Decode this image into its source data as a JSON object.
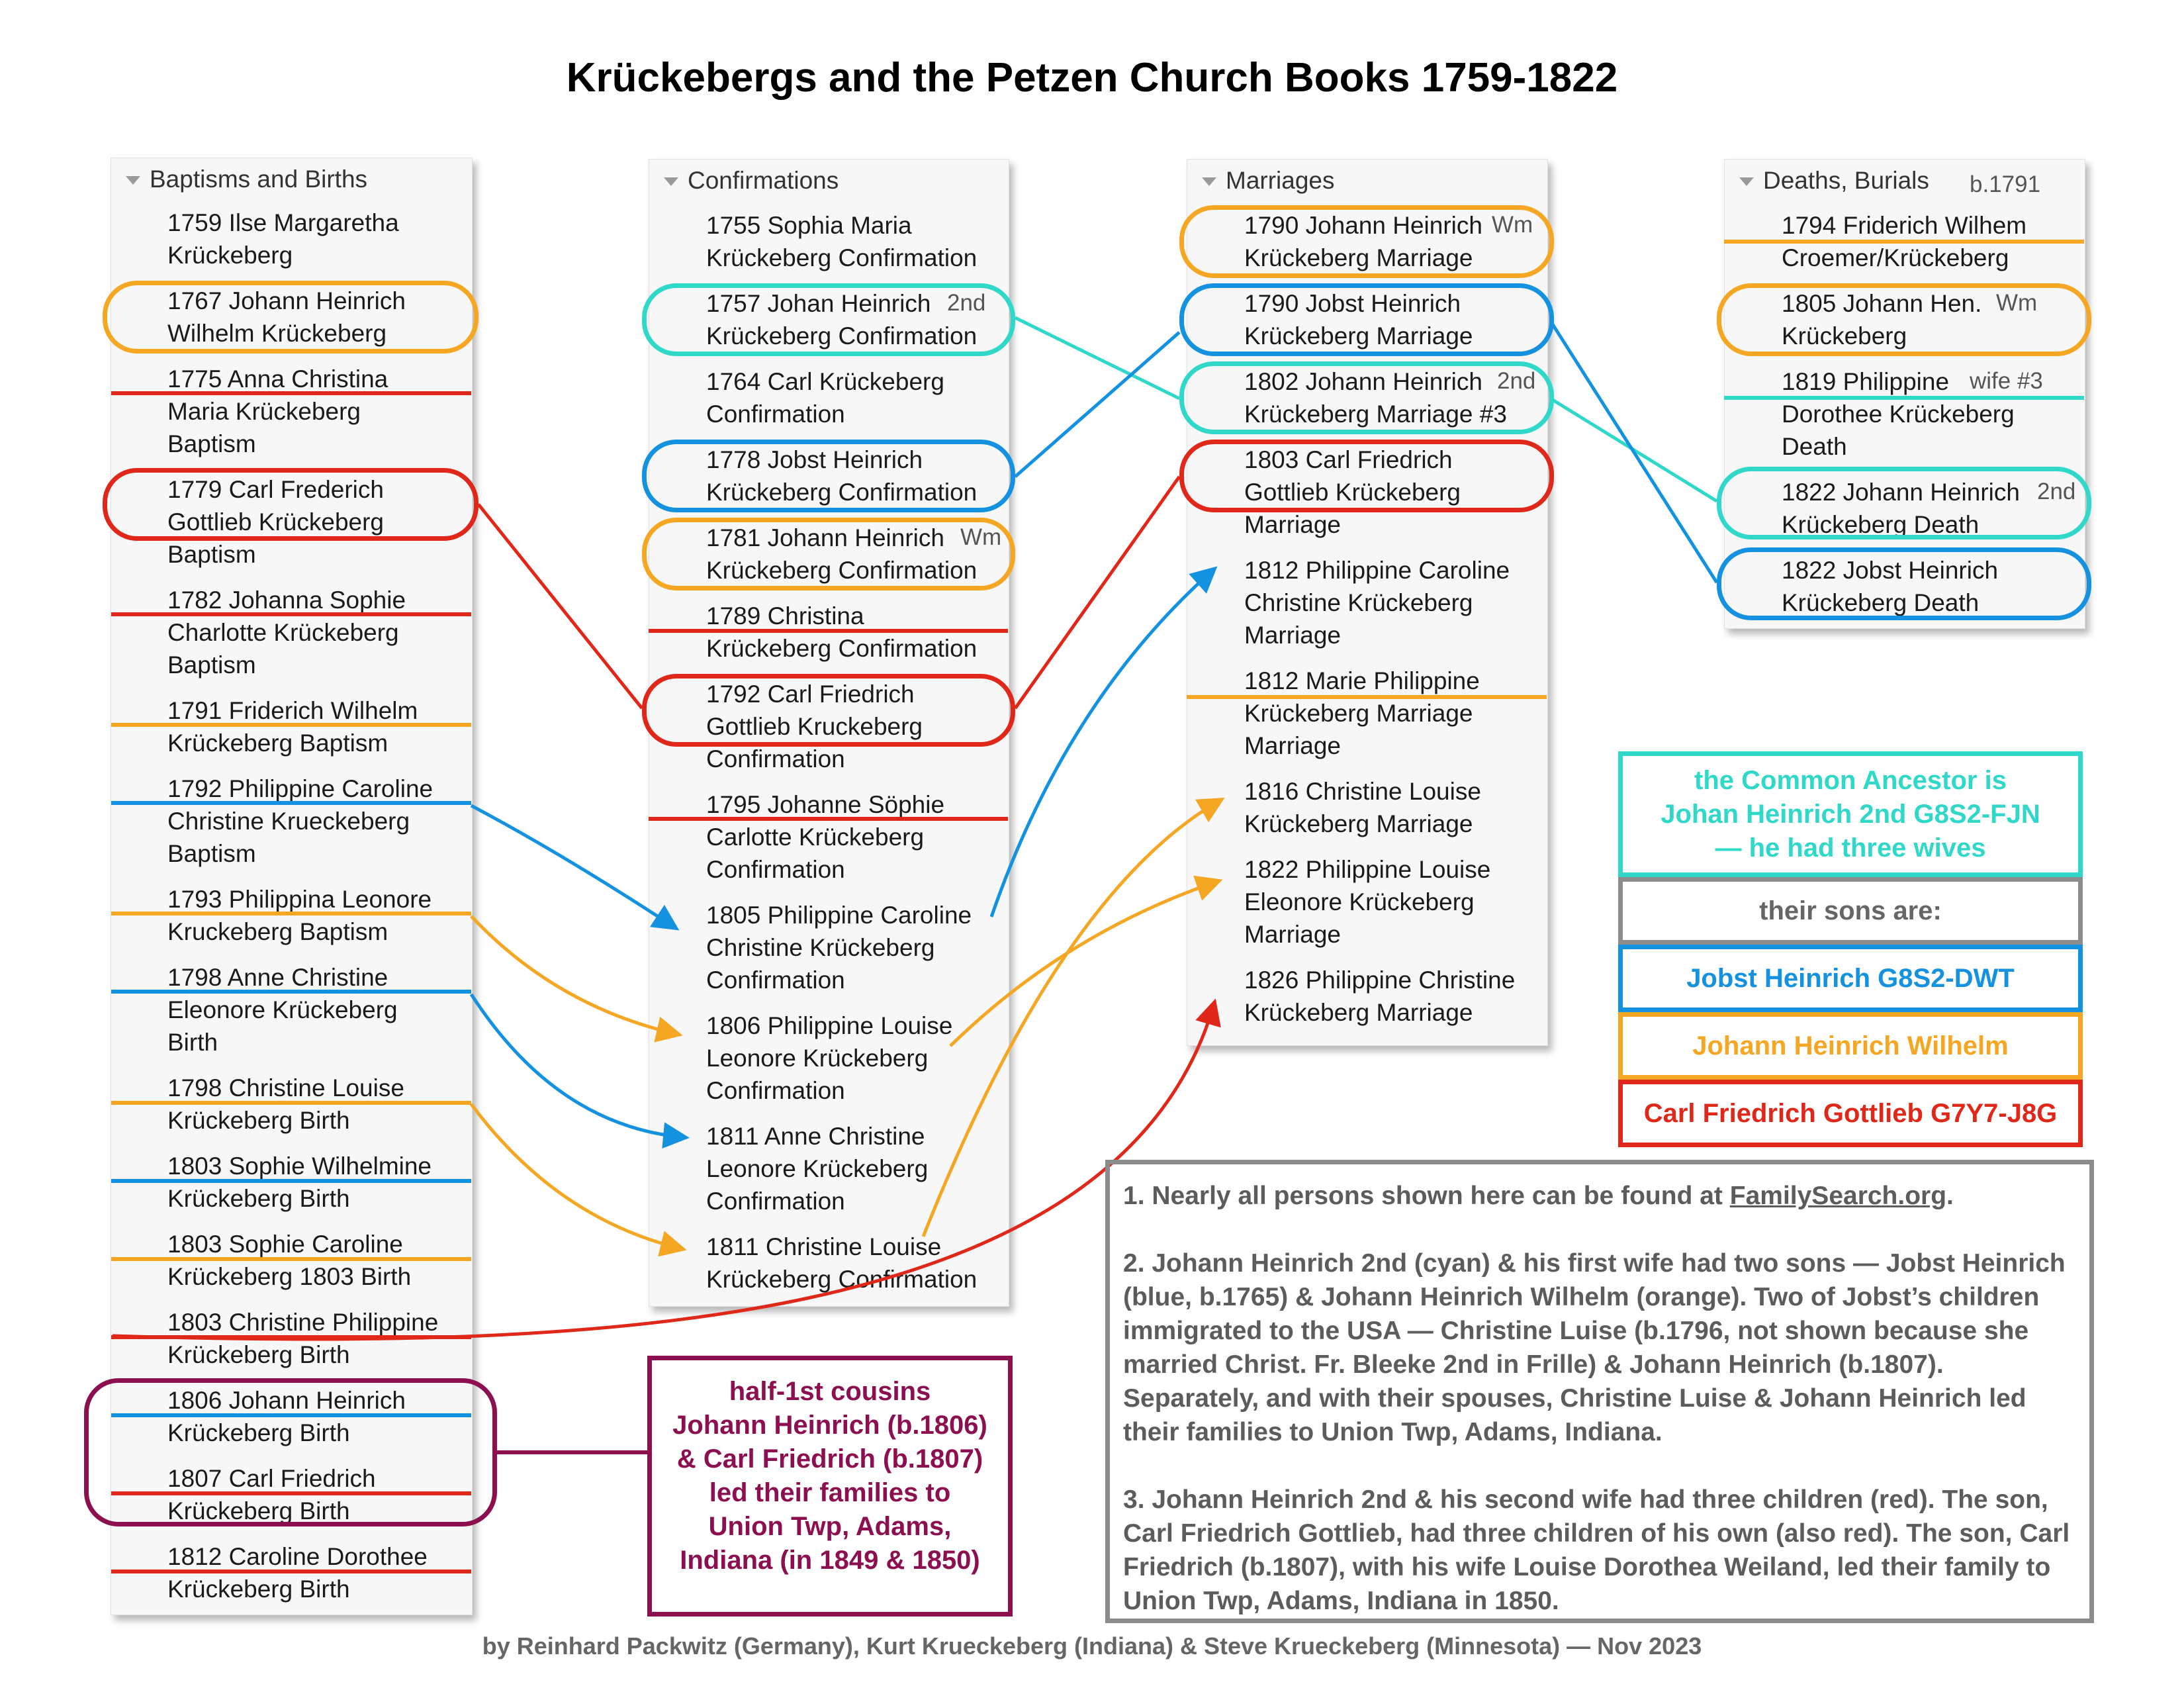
{
  "title": "Krückebergs and the Petzen Church Books 1759-1822",
  "colors": {
    "cyan": "#2fd8c8",
    "blue": "#1492e0",
    "orange": "#f5a623",
    "red": "#e0281a",
    "purple": "#8c1050",
    "gray": "#8c8c8c"
  },
  "columns": {
    "baptisms": {
      "header": "Baptisms and Births",
      "items": [
        {
          "lines": [
            "1759 Ilse Margaretha",
            "Krückeberg"
          ]
        },
        {
          "lines": [
            "1767 Johann Heinrich",
            "Wilhelm Krückeberg"
          ]
        },
        {
          "lines": [
            "1775 Anna Christina",
            "Maria Krückeberg",
            "Baptism"
          ]
        },
        {
          "lines": [
            "1779 Carl Frederich",
            "Gottlieb Krückeberg",
            "Baptism"
          ]
        },
        {
          "lines": [
            "1782 Johanna Sophie",
            "Charlotte Krückeberg",
            "Baptism"
          ]
        },
        {
          "lines": [
            "1791 Friderich Wilhelm",
            "Krückeberg Baptism"
          ]
        },
        {
          "lines": [
            "1792 Philippine Caroline",
            "Christine Krueckeberg",
            "Baptism"
          ]
        },
        {
          "lines": [
            "1793 Philippina Leonore",
            "Kruckeberg Baptism"
          ]
        },
        {
          "lines": [
            "1798 Anne Christine",
            "Eleonore Krückeberg",
            "Birth"
          ]
        },
        {
          "lines": [
            "1798 Christine Louise",
            "Krückeberg Birth"
          ]
        },
        {
          "lines": [
            "1803 Sophie Wilhelmine",
            "Krückeberg Birth"
          ]
        },
        {
          "lines": [
            "1803 Sophie Caroline",
            "Krückeberg 1803 Birth"
          ]
        },
        {
          "lines": [
            "1803 Christine Philippine",
            "Krückeberg Birth"
          ]
        },
        {
          "lines": [
            "1806 Johann Heinrich",
            "Krückeberg Birth"
          ]
        },
        {
          "lines": [
            "1807 Carl Friedrich",
            "Krückeberg Birth"
          ]
        },
        {
          "lines": [
            "1812 Caroline Dorothee",
            "Krückeberg Birth"
          ]
        }
      ]
    },
    "confirmations": {
      "header": "Confirmations",
      "items": [
        {
          "lines": [
            "1755 Sophia Maria",
            "Krückeberg Confirmation"
          ]
        },
        {
          "lines": [
            "1757 Johan Heinrich",
            "Krückeberg Confirmation"
          ],
          "tag": "2nd"
        },
        {
          "lines": [
            "1764 Carl Krückeberg",
            "Confirmation"
          ]
        },
        {
          "lines": [
            "1778 Jobst Heinrich",
            "Krückeberg Confirmation"
          ]
        },
        {
          "lines": [
            "1781 Johann Heinrich",
            "Krückeberg Confirmation"
          ],
          "tag": "Wm"
        },
        {
          "lines": [
            "1789 Christina",
            "Krückeberg Confirmation"
          ]
        },
        {
          "lines": [
            "1792 Carl Friedrich",
            "Gottlieb Kruckeberg",
            "Confirmation"
          ]
        },
        {
          "lines": [
            "1795 Johanne Söphie",
            "Carlotte Krückeberg",
            "Confirmation"
          ]
        },
        {
          "lines": [
            "1805 Philippine Caroline",
            "Christine Krückeberg",
            "Confirmation"
          ]
        },
        {
          "lines": [
            "1806 Philippine Louise",
            "Leonore Krückeberg",
            "Confirmation"
          ]
        },
        {
          "lines": [
            "1811 Anne Christine",
            "Leonore Krückeberg",
            "Confirmation"
          ]
        },
        {
          "lines": [
            "1811 Christine Louise",
            "Krückeberg Confirmation"
          ]
        }
      ]
    },
    "marriages": {
      "header": "Marriages",
      "items": [
        {
          "lines": [
            "1790 Johann Heinrich",
            "Krückeberg Marriage"
          ],
          "tag": "Wm"
        },
        {
          "lines": [
            "1790 Jobst Heinrich",
            "Krückeberg Marriage"
          ]
        },
        {
          "lines": [
            "1802 Johann Heinrich",
            "Krückeberg Marriage #3"
          ],
          "tag": "2nd"
        },
        {
          "lines": [
            "1803 Carl Friedrich",
            "Gottlieb Krückeberg",
            "Marriage"
          ]
        },
        {
          "lines": [
            "1812 Philippine Caroline",
            "Christine Krückeberg",
            "Marriage"
          ]
        },
        {
          "lines": [
            "1812 Marie Philippine",
            "Krückeberg Marriage",
            "Marriage"
          ]
        },
        {
          "lines": [
            "1816 Christine Louise",
            "Krückeberg Marriage"
          ]
        },
        {
          "lines": [
            "1822 Philippine Louise",
            "Eleonore Krückeberg",
            "Marriage"
          ]
        },
        {
          "lines": [
            "1826 Philippine Christine",
            "Krückeberg Marriage"
          ]
        }
      ]
    },
    "deaths": {
      "header": "Deaths, Burials",
      "header_tag": "b.1791",
      "items": [
        {
          "lines": [
            "1794 Friderich Wilhem",
            "Croemer/Krückeberg"
          ]
        },
        {
          "lines": [
            "1805 Johann Hen.",
            "Krückeberg"
          ],
          "tag": "Wm"
        },
        {
          "lines": [
            "1819 Philippine",
            "Dorothee Krückeberg",
            "Death"
          ],
          "tag": "wife #3"
        },
        {
          "lines": [
            "1822 Johann Heinrich",
            "Krückeberg Death"
          ],
          "tag": "2nd"
        },
        {
          "lines": [
            "1822 Jobst Heinrich",
            "Krückeberg Death"
          ]
        }
      ]
    }
  },
  "legend": {
    "ancestor": [
      "the Common Ancestor is",
      "Johan Heinrich 2nd G8S2-FJN",
      "— he had three wives"
    ],
    "sons_intro": "their sons are:",
    "son_blue": "Jobst Heinrich G8S2-DWT",
    "son_orange": "Johann Heinrich Wilhelm",
    "son_red": "Carl Friedrich Gottlieb G7Y7-J8G"
  },
  "cousins_note": [
    "half-1st cousins",
    "Johann Heinrich (b.1806)",
    "& Carl Friedrich (b.1807)",
    "led their families to",
    "Union Twp, Adams,",
    "Indiana (in 1849 & 1850)"
  ],
  "notes": {
    "n1_prefix": "1. Nearly all persons shown here can be found at ",
    "n1_link": "FamilySearch.org",
    "n1_suffix": ".",
    "n2": "2. Johann Heinrich 2nd (cyan) & his first wife had two sons — Jobst Heinrich (blue, b.1765) & Johann Heinrich Wilhelm (orange). Two of Jobst’s children immigrated to the USA — Christine Luise (b.1796, not shown because she married Christ. Fr. Bleeke 2nd in Frille) & Johann Heinrich (b.1807). Separately, and with their spouses, Christine Luise & Johann Heinrich led their families to Union Twp, Adams, Indiana.",
    "n3": "3. Johann Heinrich 2nd & his second wife had three children (red). The son, Carl Friedrich Gottlieb, had three children of his own (also red). The son, Carl Friedrich (b.1807), with his wife Louise Dorothea Weiland, led their family to Union Twp, Adams, Indiana in 1850."
  },
  "footer": "by Reinhard Packwitz (Germany),  Kurt Krueckeberg (Indiana) & Steve Krueckeberg (Minnesota) — Nov 2023"
}
